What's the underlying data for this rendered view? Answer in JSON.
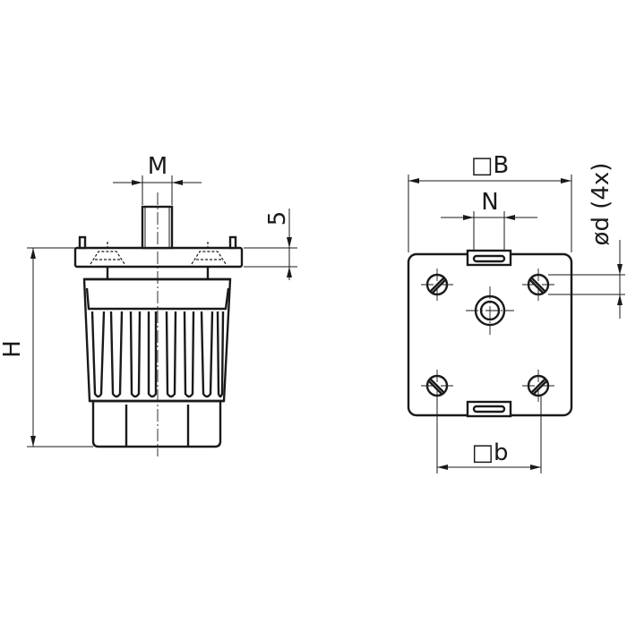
{
  "labels": {
    "side_view": {
      "M": "M",
      "five": "5",
      "H": "H"
    },
    "top_view": {
      "B": "□B",
      "N": "N",
      "d": "ød (4x)",
      "b": "□b"
    }
  }
}
